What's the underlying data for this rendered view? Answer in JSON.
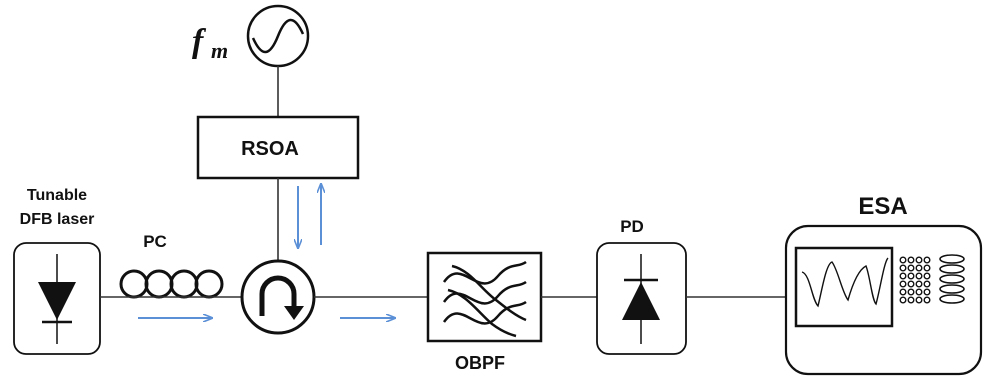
{
  "labels": {
    "fm_main": "f",
    "fm_sub": "m",
    "rsoa": "RSOA",
    "laser_line1": "Tunable",
    "laser_line2": "DFB laser",
    "pc": "PC",
    "pd": "PD",
    "obpf": "OBPF",
    "esa": "ESA"
  },
  "colors": {
    "arrow": "#5b8fd6",
    "line": "#333333",
    "ink": "#111111"
  },
  "icons": {
    "signal_source": "sine-source-icon",
    "polarization_controller": "fiber-loops-icon",
    "circulator": "circulator-icon",
    "optical_filter": "bandpass-filter-icon",
    "photodiode": "photodiode-icon",
    "laser": "laser-diode-icon",
    "spectrum_analyzer": "spectrum-analyzer-icon"
  }
}
